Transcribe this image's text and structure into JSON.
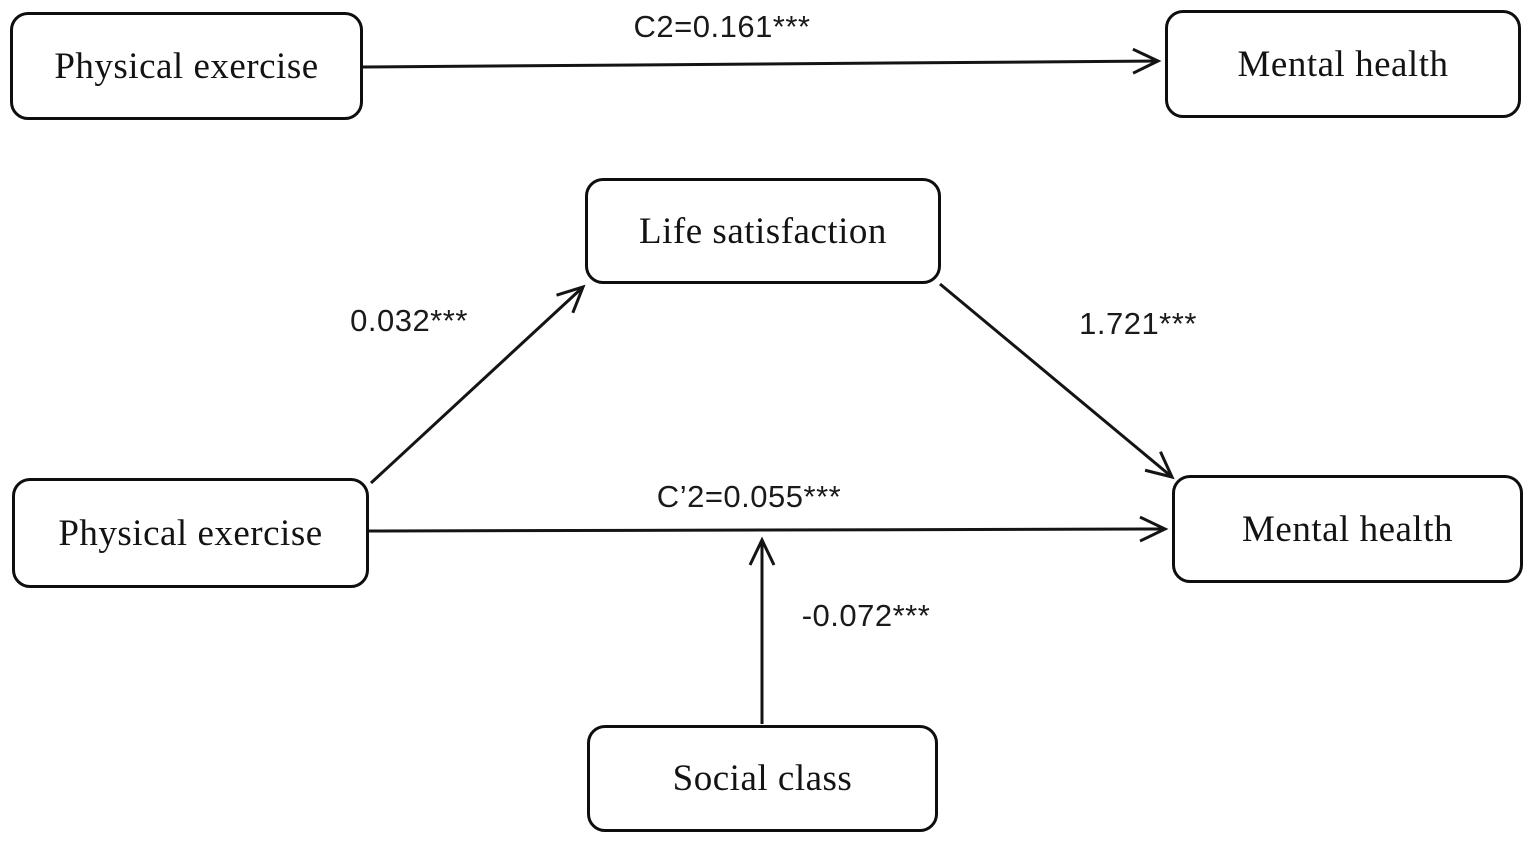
{
  "diagram": {
    "type": "mediation-path-model",
    "ink_color": "#141414",
    "box_fill": "#ffffff",
    "box_border_color": "#0e0e0e",
    "nodes": [
      {
        "id": "physical-exercise-top",
        "label": "Physical exercise"
      },
      {
        "id": "mental-health-top",
        "label": "Mental health"
      },
      {
        "id": "life-satisfaction",
        "label": "Life satisfaction"
      },
      {
        "id": "physical-exercise-mid",
        "label": "Physical exercise"
      },
      {
        "id": "mental-health-mid",
        "label": "Mental health"
      },
      {
        "id": "social-class",
        "label": "Social class"
      }
    ],
    "edges": [
      {
        "id": "total-effect",
        "from": "physical-exercise-top",
        "to": "mental-health-top",
        "label": "C2=0.161***"
      },
      {
        "id": "a-path",
        "from": "physical-exercise-mid",
        "to": "life-satisfaction",
        "label": "0.032***"
      },
      {
        "id": "b-path",
        "from": "life-satisfaction",
        "to": "mental-health-mid",
        "label": "1.721***"
      },
      {
        "id": "direct-effect",
        "from": "physical-exercise-mid",
        "to": "mental-health-mid",
        "label": "C’2=0.055***"
      },
      {
        "id": "moderation-path",
        "from": "social-class",
        "to": "direct-effect-arrow",
        "label": "-0.072***"
      }
    ]
  }
}
